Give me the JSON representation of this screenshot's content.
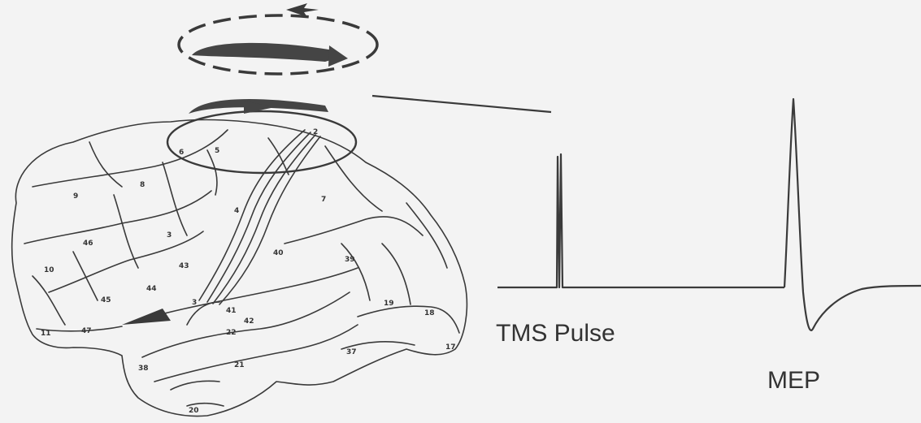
{
  "labels": {
    "tms_pulse": "TMS Pulse",
    "mep": "MEP"
  },
  "brodmann_areas": [
    "2",
    "5",
    "4",
    "9",
    "8",
    "6",
    "7",
    "3",
    "40",
    "39",
    "46",
    "45",
    "10",
    "44",
    "43",
    "41",
    "42",
    "22",
    "19",
    "18",
    "17",
    "11",
    "47",
    "38",
    "21",
    "37",
    "20",
    "3"
  ],
  "colors": {
    "background": "#f3f3f3",
    "line": "#3a3a3a",
    "current_arrow": "#454545"
  },
  "icons": [
    "coil-current-arrow-icon",
    "induced-current-arrow-icon"
  ]
}
